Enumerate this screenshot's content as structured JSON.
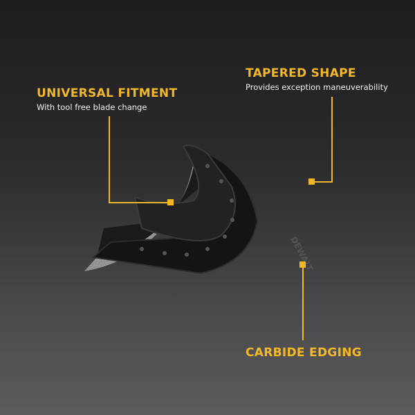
{
  "callouts": [
    {
      "title": "UNIVERSAL FITMENT",
      "subtitle": "With tool free blade change"
    },
    {
      "title": "TAPERED SHAPE",
      "subtitle": "Provides exception maneuverability"
    },
    {
      "title": "CARBIDE EDGING",
      "subtitle": ""
    }
  ],
  "product": {
    "brand_mark": "DEWALT"
  },
  "colors": {
    "accent": "#f2b827",
    "text": "#f2f2f2"
  }
}
